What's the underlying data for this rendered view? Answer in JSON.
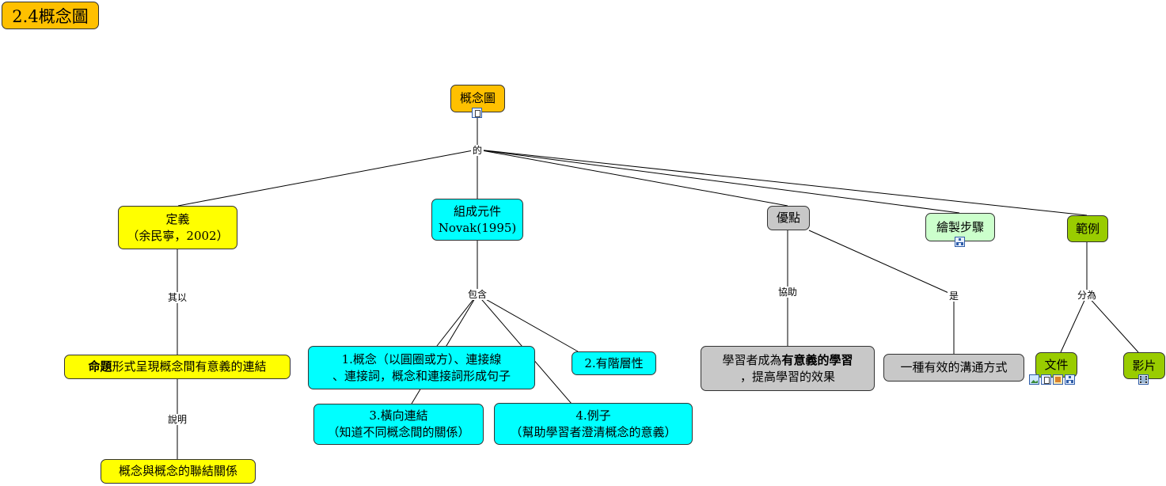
{
  "title": "2.4概念圖",
  "nodes": {
    "root": "概念圖",
    "definition": [
      "定義",
      "（余民寧，2002）"
    ],
    "components": [
      "組成元件",
      "Novak(1995)"
    ],
    "advantages": "優點",
    "steps": "繪製步驟",
    "examples": "範例",
    "proposition": {
      "bold": "命題",
      "rest": "形式呈現概念間有意義的連結"
    },
    "relation": "概念與概念的聯結關係",
    "comp1": [
      "1.概念（以圓圈或方）、連接線",
      "、連接詞，概念和連接詞形成句子"
    ],
    "comp2": "2.有階層性",
    "comp3": [
      "3.橫向連結",
      "（知道不同概念間的關係）"
    ],
    "comp4": [
      "4.例子",
      "（幫助學習者澄清概念的意義）"
    ],
    "learner": {
      "pre": "學習者成為",
      "bold": "有意義的學習",
      "line2": "，提高學習的效果"
    },
    "communication": "一種有效的溝通方式",
    "document": "文件",
    "video": "影片"
  },
  "links": {
    "of": "的",
    "in_form": "其以",
    "explain": "說明",
    "include": "包含",
    "assist": "協助",
    "is": "是",
    "divide": "分為"
  },
  "colors": {
    "orange": "#ffc000",
    "yellow": "#ffff00",
    "cyan": "#00ffff",
    "gray": "#c8c8c8",
    "light_green": "#ccffcc",
    "olive": "#99cc00"
  },
  "icons": {
    "root": [
      "document-icon"
    ],
    "steps": [
      "concept-map-icon"
    ],
    "document": [
      "image-icon",
      "document-icon",
      "presentation-icon",
      "concept-map-icon"
    ],
    "video": [
      "video-icon"
    ]
  }
}
